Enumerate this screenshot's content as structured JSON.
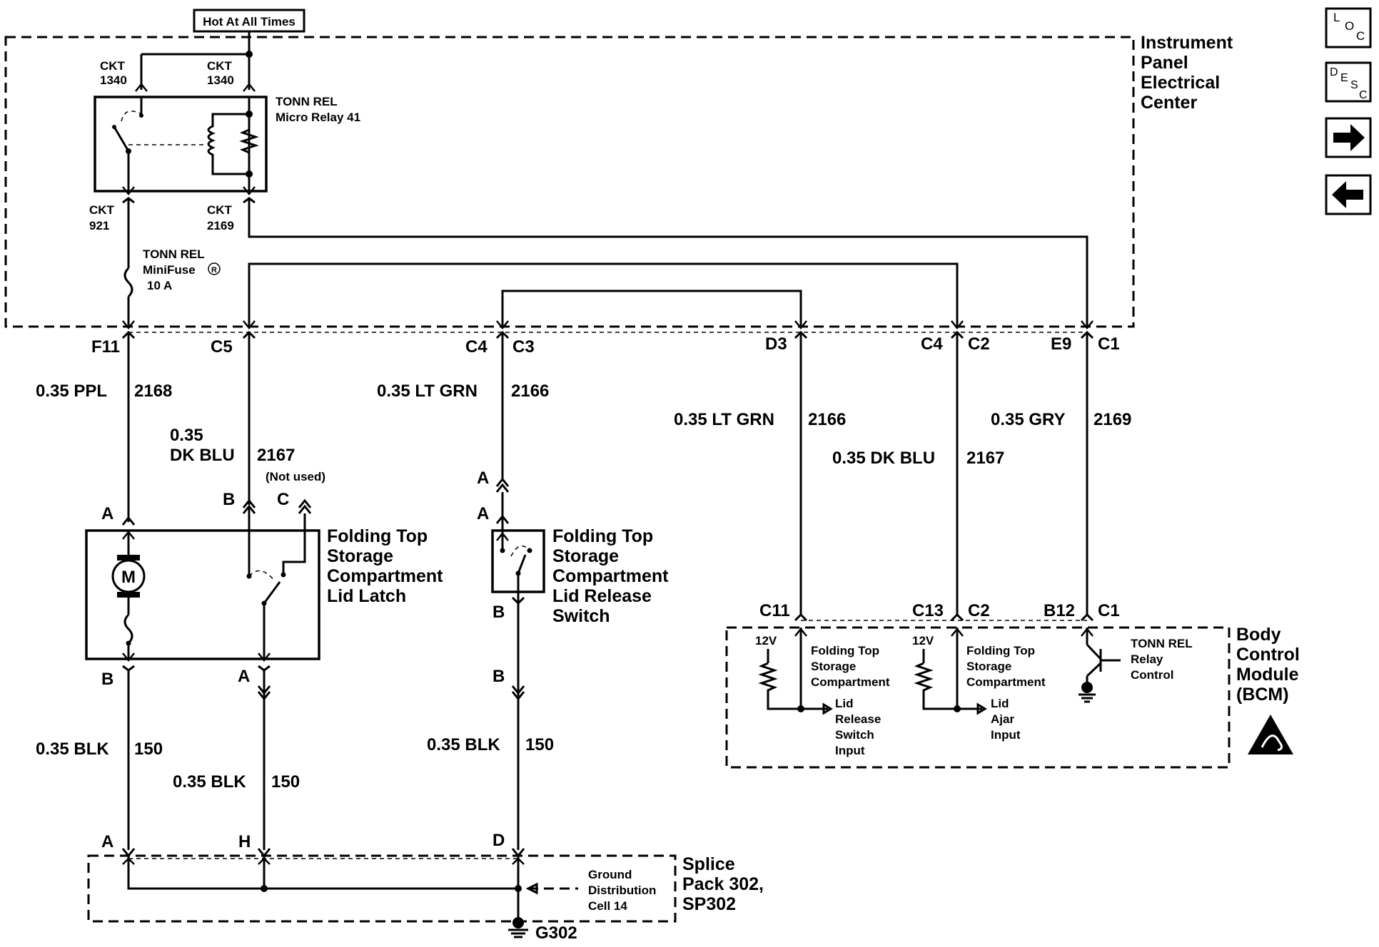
{
  "header": {
    "hot_label": "Hot At All Times"
  },
  "nav": {
    "loc": {
      "l": "L",
      "o": "O",
      "c": "C"
    },
    "desc": {
      "d": "D",
      "e": "E",
      "s": "S",
      "c": "C"
    }
  },
  "ipec": {
    "title": [
      "Instrument",
      "Panel",
      "Electrical",
      "Center"
    ],
    "ckt_left_top": [
      "CKT",
      "1340"
    ],
    "ckt_right_top": [
      "CKT",
      "1340"
    ],
    "relay_label": [
      "TONN REL",
      "Micro Relay 41"
    ],
    "ckt_left_bottom": [
      "CKT",
      "921"
    ],
    "ckt_right_bottom": [
      "CKT",
      "2169"
    ],
    "fuse_label": [
      "TONN REL",
      "MiniFuse",
      "10 A"
    ],
    "fuse_reg": "R"
  },
  "connectors_top": {
    "f11": "F11",
    "c5": "C5",
    "c4a": "C4",
    "c3": "C3",
    "d3": "D3",
    "c4b": "C4",
    "c2": "C2",
    "e9": "E9",
    "c1": "C1"
  },
  "wires": {
    "w1": [
      "0.35 PPL",
      "2168"
    ],
    "w2": [
      "0.35",
      "DK BLU",
      "2167"
    ],
    "not_used": "(Not used)",
    "w3": [
      "0.35 LT GRN",
      "2166"
    ],
    "w4": [
      "0.35 LT GRN",
      "2166"
    ],
    "w5": [
      "0.35 DK BLU",
      "2167"
    ],
    "w6": [
      "0.35 GRY",
      "2169"
    ],
    "blk1": [
      "0.35 BLK",
      "150"
    ],
    "blk2": [
      "0.35 BLK",
      "150"
    ],
    "blk3": [
      "0.35 BLK",
      "150"
    ]
  },
  "latch": {
    "pins": {
      "a": "A",
      "b": "B",
      "c": "C",
      "bottom_b": "B",
      "bottom_a": "A"
    },
    "motor": "M",
    "title": [
      "Folding Top",
      "Storage",
      "Compartment",
      "Lid Latch"
    ]
  },
  "release_switch": {
    "pins": {
      "a1": "A",
      "a2": "A",
      "b1": "B",
      "b2": "B"
    },
    "title": [
      "Folding Top",
      "Storage",
      "Compartment",
      "Lid Release",
      "Switch"
    ]
  },
  "bcm": {
    "pins": {
      "c11": "C11",
      "c13": "C13",
      "c2": "C2",
      "b12": "B12",
      "c1": "C1"
    },
    "v1": "12V",
    "v2": "12V",
    "in1": [
      "Folding Top",
      "Storage",
      "Compartment"
    ],
    "in1_sub": [
      "Lid",
      "Release",
      "Switch",
      "Input"
    ],
    "in2": [
      "Folding Top",
      "Storage",
      "Compartment"
    ],
    "in2_sub": [
      "Lid",
      "Ajar",
      "Input"
    ],
    "relay_ctrl": [
      "TONN REL",
      "Relay",
      "Control"
    ],
    "title": [
      "Body",
      "Control",
      "Module",
      "(BCM)"
    ]
  },
  "splice": {
    "pins": {
      "a": "A",
      "h": "H",
      "d": "D"
    },
    "title": [
      "Splice",
      "Pack 302,",
      "SP302"
    ],
    "gdc": [
      "Ground",
      "Distribution",
      "Cell 14"
    ],
    "ground": "G302"
  }
}
